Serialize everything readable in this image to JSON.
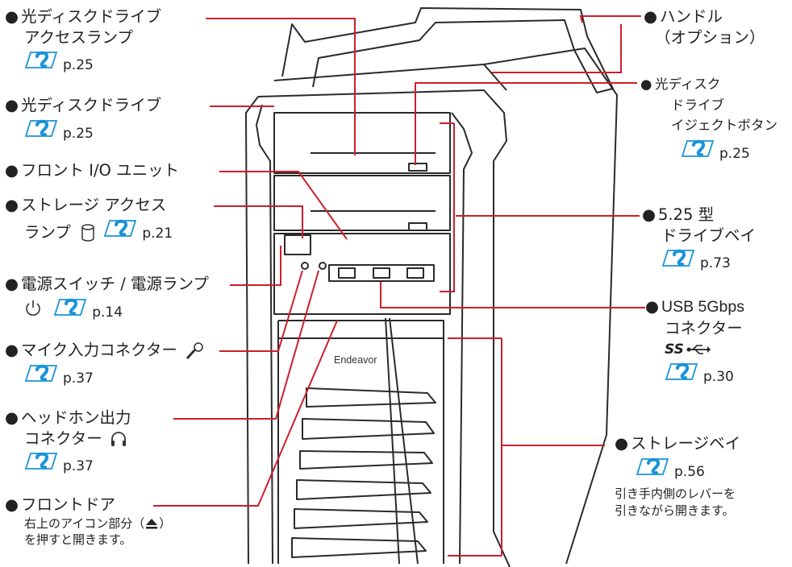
{
  "brand_text": "Endeavor",
  "colors": {
    "leader": "#cc1f2b",
    "ref_icon": "#1a93d9",
    "outline": "#2a2a2a"
  },
  "icons": {
    "ref": "hand-pointer-icon",
    "storage": "cylinder-storage-icon",
    "power": "power-icon",
    "mic": "microphone-icon",
    "headphone": "headphone-icon",
    "usb": "superspeed-usb-icon",
    "eject": "eject-icon"
  },
  "labels": {
    "odd_access_lamp": {
      "line1": "光ディスクドライブ",
      "line2": "アクセスランプ",
      "page": "p.25"
    },
    "odd": {
      "line1": "光ディスクドライブ",
      "page": "p.25"
    },
    "front_io": {
      "line1": "フロント I/O ユニット"
    },
    "storage_lamp": {
      "line1": "ストレージ アクセス",
      "line2": "ランプ",
      "page": "p.21"
    },
    "power": {
      "line1": "電源スイッチ / 電源ランプ",
      "page": "p.14"
    },
    "mic": {
      "line1": "マイク入力コネクター",
      "page": "p.37"
    },
    "headphone": {
      "line1": "ヘッドホン出力",
      "line2": "コネクター",
      "page": "p.37"
    },
    "front_door": {
      "line1": "フロントドア",
      "note1": "右上のアイコン部分（",
      "note1_end": "）",
      "note2": "を押すと開きます。"
    },
    "handle": {
      "line1": "ハンドル",
      "line2": "（オプション）"
    },
    "odd_eject": {
      "line1": "光ディスク",
      "line2": "ドライブ",
      "line3": "イジェクトボタン",
      "page": "p.25"
    },
    "bay525": {
      "line1": "5.25 型",
      "line2": "ドライブベイ",
      "page": "p.73"
    },
    "usb": {
      "line1": "USB 5Gbps",
      "line2": "コネクター",
      "usb_ss": "SS",
      "page": "p.30"
    },
    "storage_bay": {
      "line1": "ストレージベイ",
      "page": "p.56",
      "note1": "引き手内側のレバーを",
      "note2": "引きながら開きます。"
    }
  }
}
